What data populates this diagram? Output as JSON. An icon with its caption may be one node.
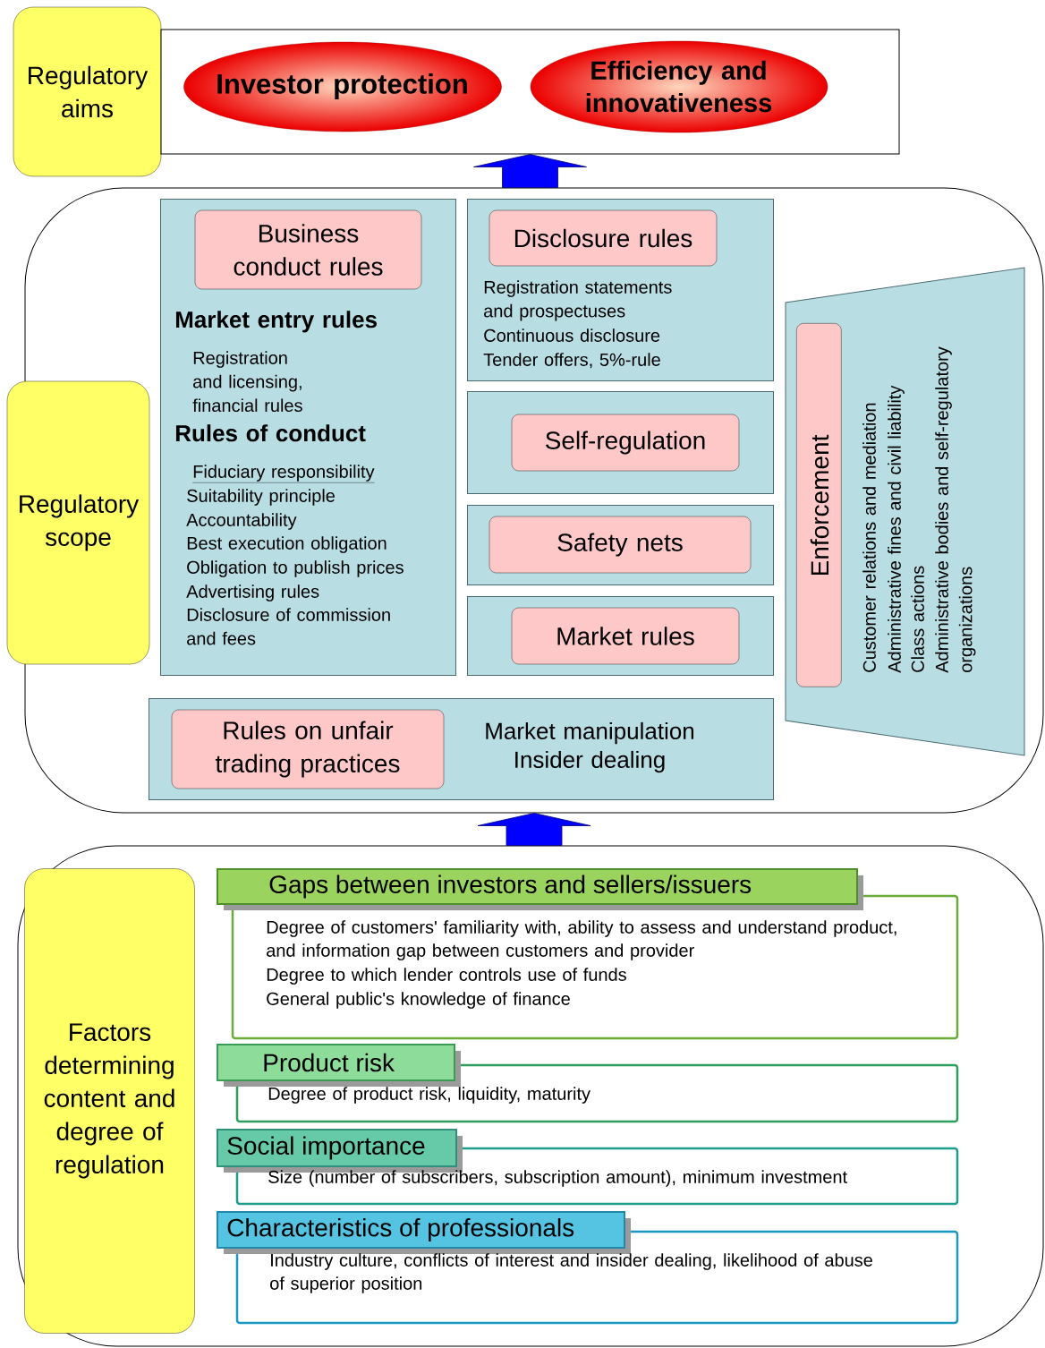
{
  "diagram": {
    "nodes": [
      {
        "text": [
          "Regulatory aims"
        ]
      },
      {
        "text": [],
        "shape": "box"
      },
      {
        "text": [
          "Investor protection"
        ],
        "in": 1
      },
      {
        "text": [
          "Efficiency and innovativeness"
        ],
        "in": 1
      },
      {
        "text": [],
        "shape": "box"
      },
      {
        "text": [
          "Regulatory scope"
        ]
      },
      {
        "text": [
          "Market entry rules",
          "Registration and licensing, financial rules",
          "Rules of conduct",
          "Fiduciary responsibility",
          "Suitability principle",
          "Accountability",
          "Best execution obligation",
          "Obligation to publish prices",
          "Advertising rules",
          "Disclosure of commission and fees"
        ],
        "in": 4
      },
      {
        "text": [
          "Business conduct rules"
        ],
        "in": 6
      },
      {
        "text": [
          "Registration statements and prospectuses",
          "Continuous disclosure",
          "Tender offers, 5%-rule"
        ],
        "in": 4
      },
      {
        "text": [
          "Disclosure rules"
        ],
        "in": 8
      },
      {
        "text": [],
        "shape": "box",
        "in": 4
      },
      {
        "text": [
          "Self-regulation"
        ],
        "in": 10
      },
      {
        "text": [],
        "shape": "box",
        "in": 4
      },
      {
        "text": [
          "Safety nets"
        ],
        "in": 12
      },
      {
        "text": [],
        "shape": "box",
        "in": 4
      },
      {
        "text": [
          "Market rules"
        ],
        "in": 14
      },
      {
        "text": [
          "Market manipulation",
          "Insider dealing"
        ],
        "in": 4
      },
      {
        "text": [
          "Rules on unfair trading practices"
        ],
        "in": 16
      },
      {
        "text": [
          "Customer relations and mediation",
          "Administrative fines and civil liability",
          "Class actions",
          "Administrative bodies and self-regulatory organizations"
        ],
        "in": 4
      },
      {
        "text": [
          "Enforcement"
        ],
        "in": 18
      },
      {
        "text": [],
        "shape": "box"
      },
      {
        "text": [
          "Factors determining content and degree of regulation"
        ],
        "in": 20
      },
      {
        "text": [
          "Gaps between investors and sellers/issuers",
          "Degree of customers' familiarity with, ability to assess and understand product, and information gap between customers and provider",
          "Degree to which lender controls use of funds",
          "General public's knowledge of finance"
        ],
        "in": 20
      },
      {
        "text": [
          "Product risk",
          "Degree of product risk, liquidity, maturity"
        ],
        "in": 20
      },
      {
        "text": [
          "Social importance",
          "Size (number of subscribers, subscription amount), minimum investment"
        ],
        "in": 20
      },
      {
        "text": [
          "Characteristics of professionals",
          "Industry culture, conflicts of interest and insider dealing, likelihood of abuse of superior position"
        ],
        "in": 20
      }
    ],
    "edges": [
      {
        "from": 4,
        "to": 1,
        "arrow": "to"
      },
      {
        "from": 20,
        "to": 4,
        "arrow": "to"
      }
    ]
  }
}
